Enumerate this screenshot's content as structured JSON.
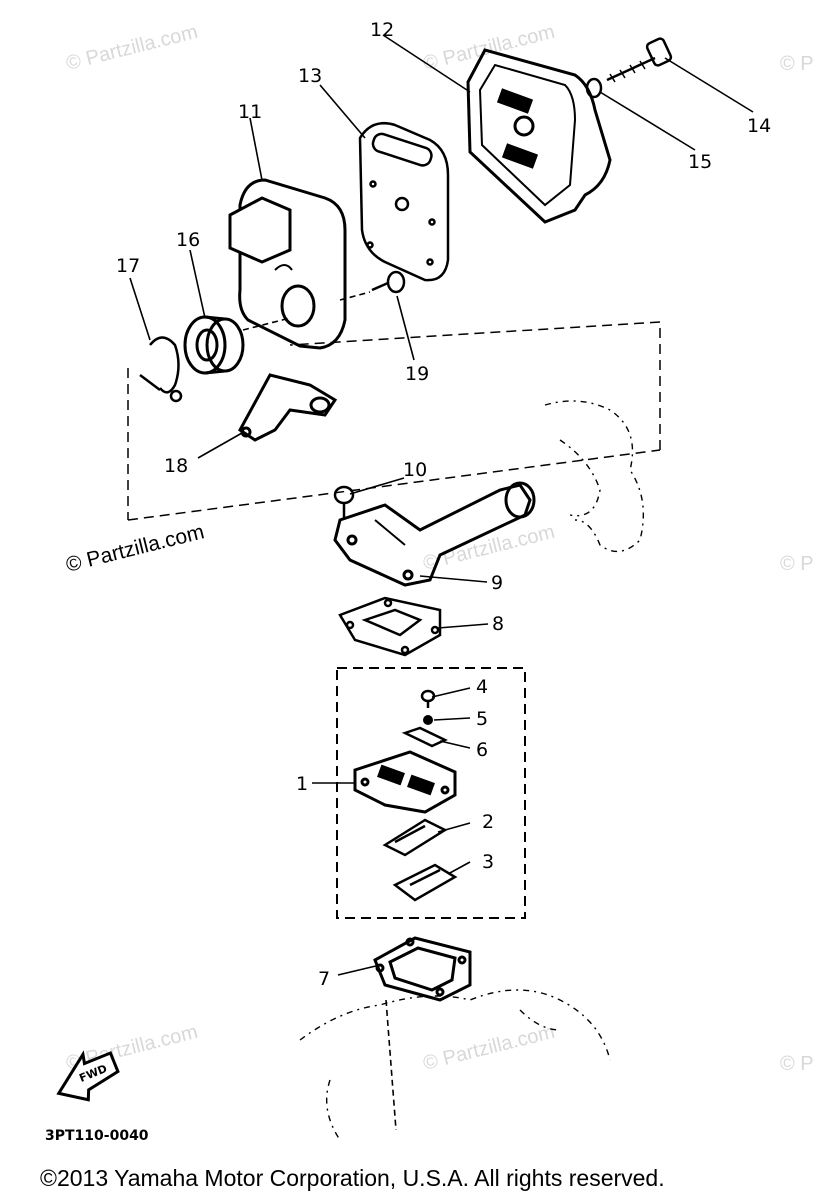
{
  "diagram": {
    "callouts": [
      "1",
      "2",
      "3",
      "4",
      "5",
      "6",
      "7",
      "8",
      "9",
      "10",
      "11",
      "12",
      "13",
      "14",
      "15",
      "16",
      "17",
      "18",
      "19"
    ],
    "drawing_code": "3PT110-0040",
    "fwd_label": "FWD",
    "watermark_text": "© Partzilla.com",
    "watermark_partial": "© P"
  },
  "footer": {
    "copyright": "©2013  Yamaha Motor Corporation, U.S.A. All rights reserved."
  }
}
